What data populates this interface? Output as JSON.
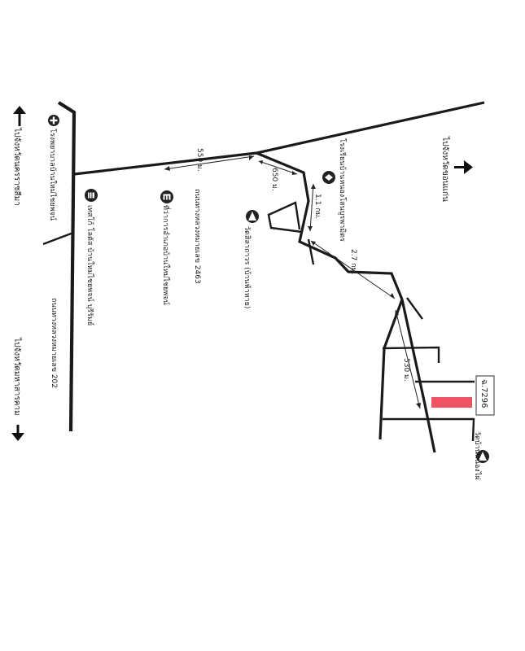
{
  "directions": {
    "north": "ไปจังหวัดนครราชสีมา",
    "south": "ไปจังหวัดมหาสารคาม",
    "east": "ไปจังหวัดขอนแก่น"
  },
  "roads": {
    "hw202": "ถนนทางหลวงหมายเลข 202",
    "hw2463": "ถนนทางหลวงหมายเลข 2463"
  },
  "landmarks": {
    "hospital": "โรงพยาบาลบ้านใหม่ไชยพจน์",
    "district_office": "ที่ว่าการอำเภอบ้านใหม่ไชยพจน์",
    "lotus": "เทสโก้ โลตัส บ้านใหม่ไชยพจน์ บุรีรัมย์",
    "school": "โรงเรียนบ้านหนองโสนบูรพามิตร",
    "temple1": "วัดบ้านหนองไผ่",
    "temple2": "วัดสิลาถาวร (บ้านพ้าหาย)"
  },
  "distances": {
    "d1": "550 ม.",
    "d2": "650 ม.",
    "d3": "1.1 กม.",
    "d4": "2.7 กม.",
    "d5": "530 ม."
  },
  "plot": {
    "label": "ฉ.7296",
    "color": "#ee5263"
  }
}
